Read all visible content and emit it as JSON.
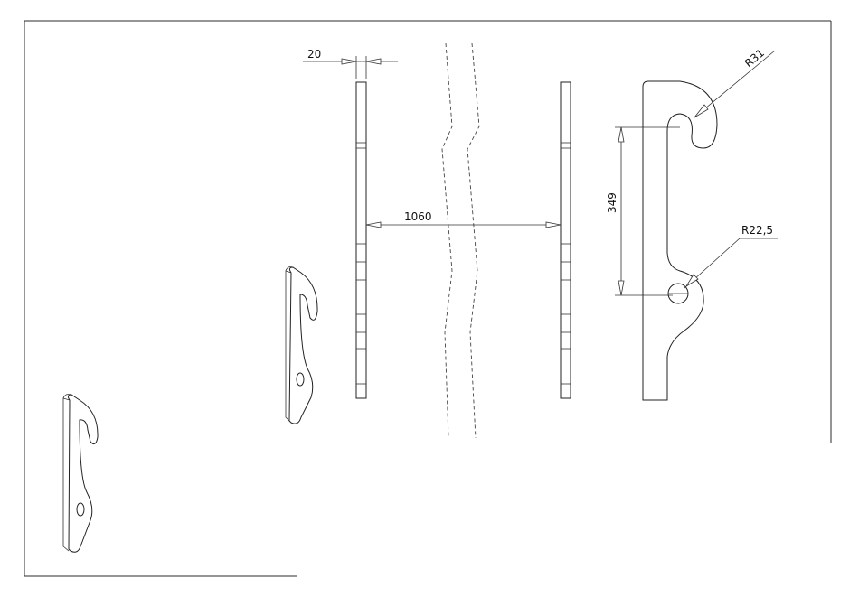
{
  "dimensions": {
    "thickness": "20",
    "span": "1060",
    "hole_spacing": "349",
    "hook_radius": "R31",
    "hole_radius": "R22,5"
  }
}
